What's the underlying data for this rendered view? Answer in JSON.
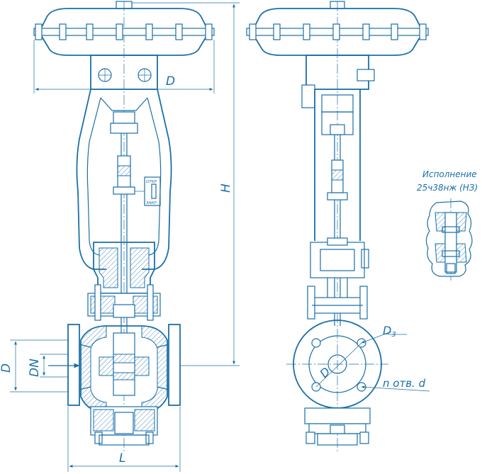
{
  "labels": {
    "D_top": "D",
    "H": "H",
    "D_left": "D",
    "DN": "DN",
    "L": "L",
    "D3": "D",
    "D3_sub": "3",
    "D_flange": "D",
    "holes": "n отв. d",
    "variant_line1": "Исполнение",
    "variant_line2": "25ч38нж (НЗ)",
    "indicator_top": "ОТКР",
    "indicator_bottom": "ЗАКР"
  },
  "colors": {
    "line": "#1b6fa8",
    "background": "#ffffff"
  }
}
